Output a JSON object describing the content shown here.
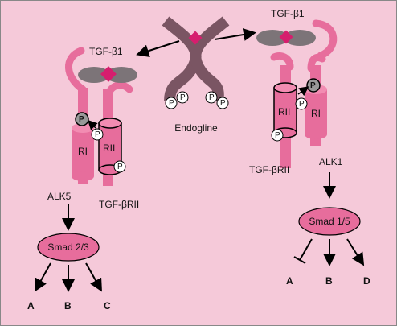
{
  "colors": {
    "background": "#f5c9d9",
    "receptor": "#e76d9c",
    "receptor_light": "#f28cb2",
    "receptor_dark": "#c0527c",
    "endoglin": "#7a5563",
    "ligand": "#7c7478",
    "ligand_center": "#d61e6e",
    "smad": "#e76d9c",
    "arrow": "#000000"
  },
  "labels": {
    "tgf_beta1_left": "TGF-β1",
    "tgf_beta1_right": "TGF-β1",
    "endoglin": "Endogline",
    "ri_left": "RI",
    "rii_left": "RII",
    "ri_right": "RI",
    "rii_right": "RII",
    "alk5": "ALK5",
    "alk1": "ALK1",
    "tgfbrii_left": "TGF-βRII",
    "tgfbrii_right": "TGF-βRII",
    "smad23": "Smad 2/3",
    "smad15": "Smad 1/5",
    "target_left_a": "A",
    "target_left_b": "B",
    "target_left_c": "C",
    "target_right_a": "A",
    "target_right_b": "B",
    "target_right_d": "D",
    "phospho": "P"
  }
}
